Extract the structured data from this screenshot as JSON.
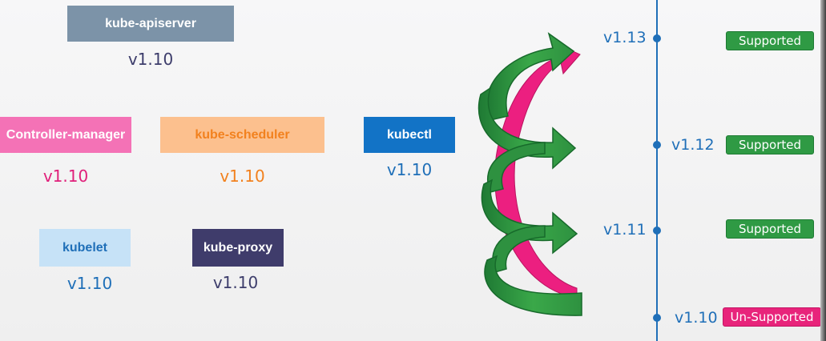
{
  "components": {
    "apiserver": {
      "label": "kube-apiserver",
      "version": "v1.10",
      "box_color": "#7c93a8",
      "text_color": "#ffffff",
      "version_color": "#3d3d6b"
    },
    "controller_manager": {
      "label": "Controller-manager",
      "version": "v1.10",
      "box_color": "#f472b6",
      "text_color": "#ffffff",
      "version_color": "#e01f7a"
    },
    "scheduler": {
      "label": "kube-scheduler",
      "version": "v1.10",
      "box_color": "#fcc08e",
      "text_color": "#f2811e",
      "version_color": "#f2811e"
    },
    "kubectl": {
      "label": "kubectl",
      "version": "v1.10",
      "box_color": "#1273c6",
      "text_color": "#ffffff",
      "version_color": "#1f6fb8"
    },
    "kubelet": {
      "label": "kubelet",
      "version": "v1.10",
      "box_color": "#c6e2f7",
      "text_color": "#1f6fb8",
      "version_color": "#1f6fb8"
    },
    "proxy": {
      "label": "kube-proxy",
      "version": "v1.10",
      "box_color": "#3f3c6b",
      "text_color": "#ffffff",
      "version_color": "#3d3d6b"
    }
  },
  "timeline": {
    "axis_color": "#1f6fb8",
    "versions": [
      {
        "label": "v1.13",
        "status": "Supported"
      },
      {
        "label": "v1.12",
        "status": "Supported"
      },
      {
        "label": "v1.11",
        "status": "Supported"
      },
      {
        "label": "v1.10",
        "status": "Un-Supported"
      }
    ]
  },
  "arrows": {
    "green": "#3aa849",
    "green_dark": "#1f7a34",
    "pink": "#ec1f80"
  }
}
